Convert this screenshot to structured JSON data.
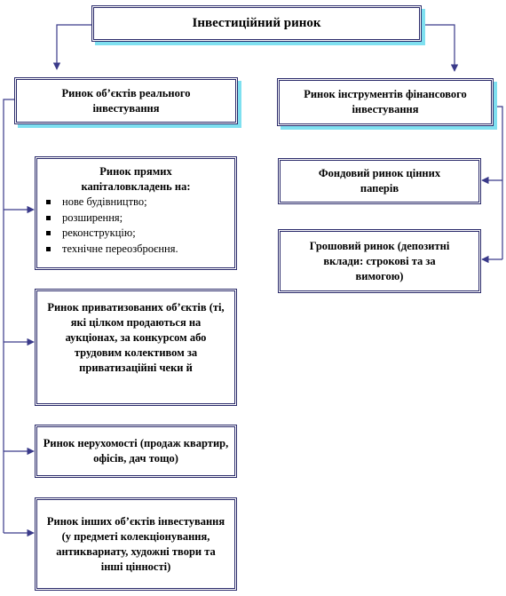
{
  "title": "Інвестиційний ринок",
  "real": {
    "label": "Ринок об’єктів реального інвестування",
    "items": [
      {
        "line1": "Ринок прямих",
        "line2": "капіталовкладень на:",
        "bullets": [
          "нове будівництво;",
          "розширення;",
          "реконструкцію;",
          "технічне переозброєння."
        ]
      },
      {
        "text": "Ринок приватизованих об’єктів (ті, які цілком продаються на аукціонах, за конкурсом або трудовим колективом за приватизаційні чеки й"
      },
      {
        "text": "Ринок нерухомості (продаж квартир, офісів, дач тощо)"
      },
      {
        "text": "Ринок інших об’єктів інвестування (у предметі колекціонування, антиквариату, художні твори та інші цінності)"
      }
    ]
  },
  "financial": {
    "label": "Ринок інструментів фінансового інвестування",
    "items": [
      {
        "text": "Фондовий ринок цінних паперів"
      },
      {
        "text": "Грошовий ринок (депозитні вклади: строкові та за вимогою)"
      }
    ]
  },
  "colors": {
    "border": "#2a2a6a",
    "connector": "#3a3a8a",
    "shadow": "#7fe0f0"
  }
}
